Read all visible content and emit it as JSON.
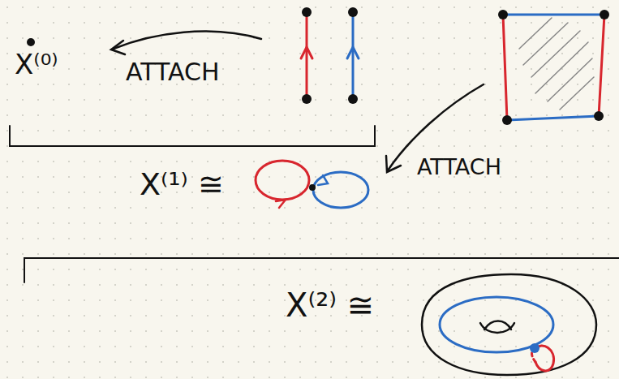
{
  "diagram": {
    "labels": [
      "X⁽⁰⁾",
      "ATTACH",
      "ATTACH",
      "X⁽¹⁾ ≅",
      "X⁽²⁾ ≅"
    ]
  }
}
